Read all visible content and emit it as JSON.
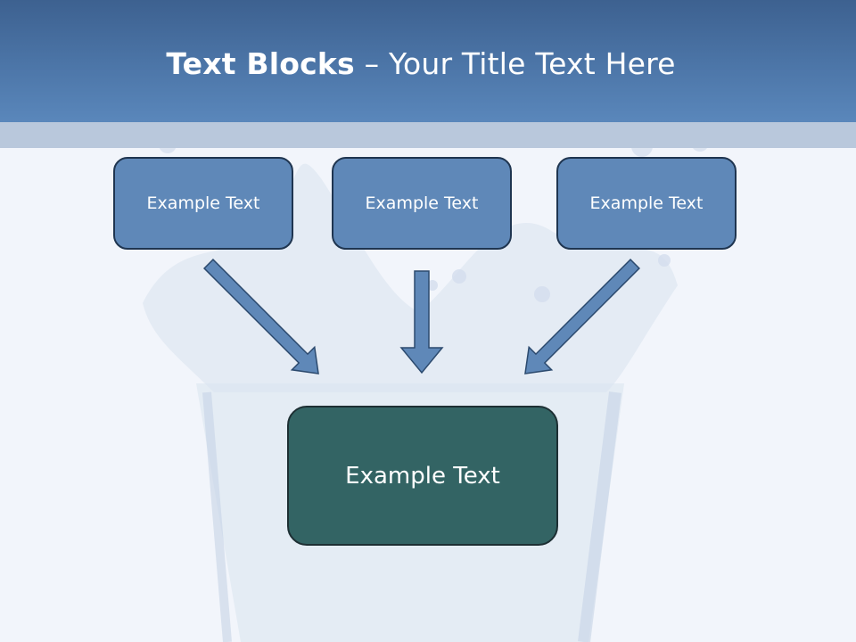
{
  "slide": {
    "title_bold": "Text Blocks",
    "title_rest": " – Your Title Text Here"
  },
  "blocks": {
    "top": [
      {
        "label": "Example Text"
      },
      {
        "label": "Example Text"
      },
      {
        "label": "Example Text"
      }
    ],
    "main": {
      "label": "Example Text"
    }
  },
  "colors": {
    "header": "#4b74a6",
    "top_box": "#5f88b8",
    "main_box": "#336464",
    "arrow": "#5f88b8"
  }
}
